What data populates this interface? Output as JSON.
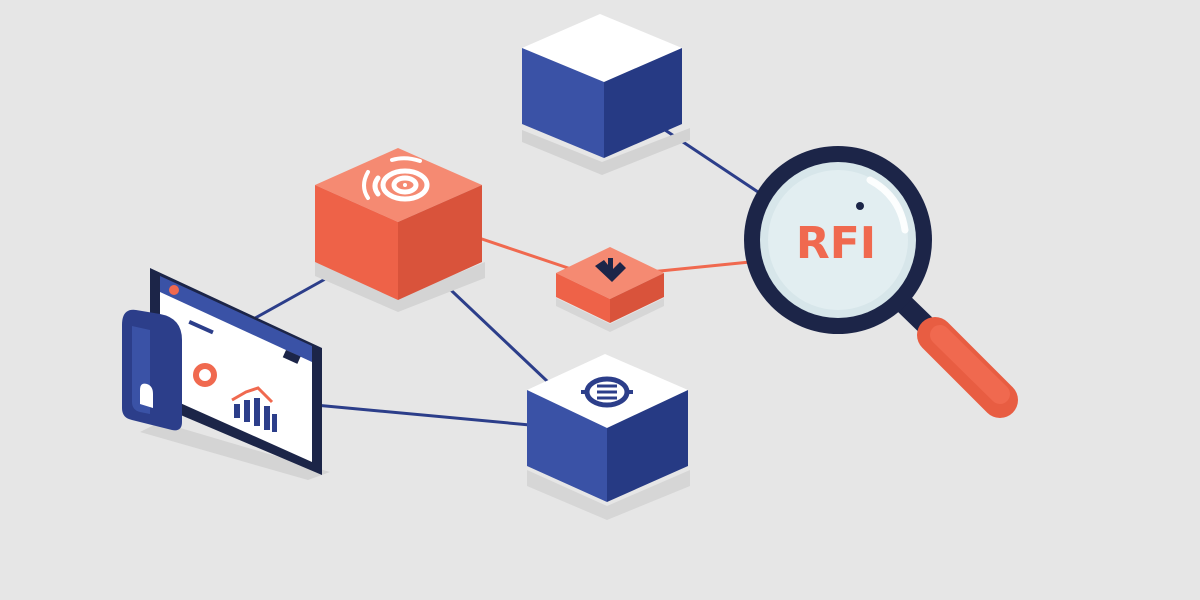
{
  "magnifier": {
    "label": "RFI"
  },
  "colors": {
    "background": "#e6e6e6",
    "navy": "#2c3e8a",
    "navy_dark": "#1f2d6b",
    "navy_outline": "#1c2548",
    "coral": "#f0694f",
    "coral_dark": "#d9533b",
    "coral_light": "#f58a72",
    "white": "#ffffff",
    "lens_tint": "#d7e6ea"
  },
  "nodes": [
    {
      "name": "top-blue-cube",
      "icon": "document-list-icon"
    },
    {
      "name": "center-orange-cube",
      "icon": "target-signal-icon"
    },
    {
      "name": "bottom-blue-cube",
      "icon": "gear-chip-icon"
    },
    {
      "name": "small-orange-tile",
      "icon": "download-arrow-icon"
    },
    {
      "name": "dashboard-screen",
      "icon": "analytics-chart-icon"
    },
    {
      "name": "magnifying-glass",
      "icon": "magnifier-icon"
    }
  ]
}
